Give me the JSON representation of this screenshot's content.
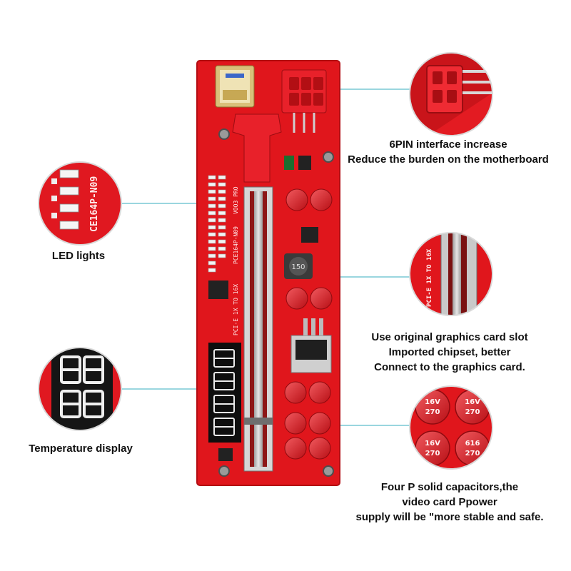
{
  "colors": {
    "board": "#e0161c",
    "board_dark": "#b30d12",
    "connector_line": "#36aebf",
    "slot": "#9a1a1a",
    "metal": "#bfbfbf"
  },
  "board": {
    "model_text": "PCE164P-N09",
    "version_text": "VOO3 PRO",
    "slot_text": "PCI-E 1X TO 16X",
    "inductor_text": "150",
    "cap_text_top": "270",
    "cap_text_bottom": "16V",
    "cap_text_side": "616"
  },
  "callouts": {
    "six_pin": {
      "line1": "6PIN interface increase",
      "line2": "Reduce the burden on the motherboard"
    },
    "led": {
      "line1": "LED lights",
      "zoom_text": "CE164P-N09"
    },
    "slot": {
      "line1": "Use original graphics card slot",
      "line2": "Imported chipset, better",
      "line3": "Connect to the graphics card.",
      "zoom_text": "PCI-E 1X TO 16X"
    },
    "temperature": {
      "line1": "Temperature display"
    },
    "capacitors": {
      "line1": "Four P solid capacitors,the",
      "line2": "video card Ppower",
      "line3": "supply will be \"more stable and safe."
    }
  }
}
